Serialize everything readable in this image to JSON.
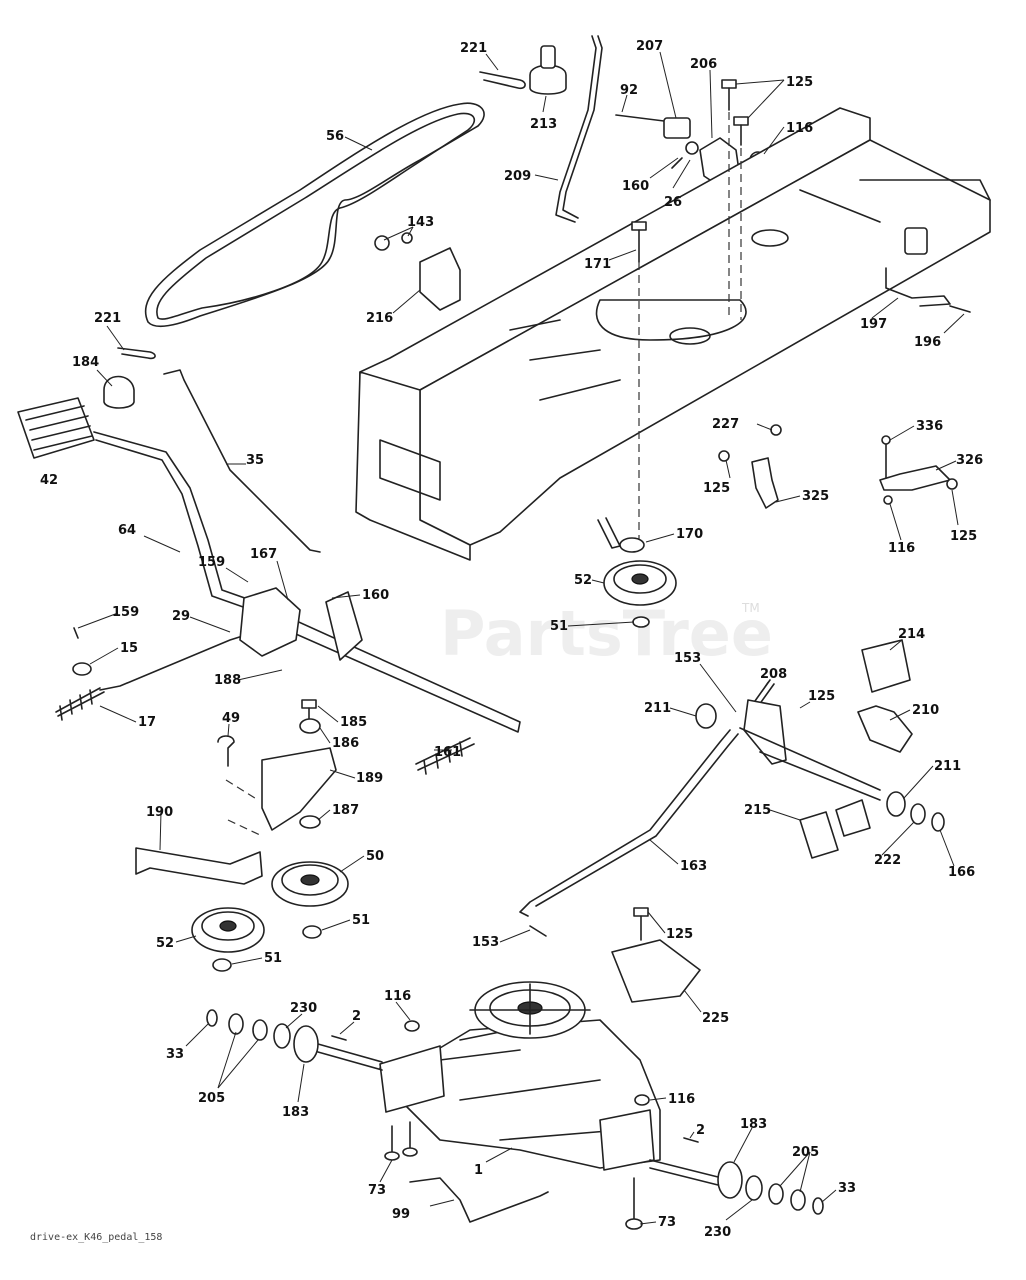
{
  "watermark": {
    "text": "PartsTree",
    "tm": "TM"
  },
  "footer": {
    "drawing_id": "drive-ex_K46_pedal_158"
  },
  "callouts": [
    {
      "id": "c221a",
      "label": "221"
    },
    {
      "id": "c213",
      "label": "213"
    },
    {
      "id": "c207",
      "label": "207"
    },
    {
      "id": "c206",
      "label": "206"
    },
    {
      "id": "c125a",
      "label": "125"
    },
    {
      "id": "c92",
      "label": "92"
    },
    {
      "id": "c116a",
      "label": "116"
    },
    {
      "id": "c56",
      "label": "56"
    },
    {
      "id": "c209",
      "label": "209"
    },
    {
      "id": "c160a",
      "label": "160"
    },
    {
      "id": "c26",
      "label": "26"
    },
    {
      "id": "c143",
      "label": "143"
    },
    {
      "id": "c171",
      "label": "171"
    },
    {
      "id": "c216",
      "label": "216"
    },
    {
      "id": "c197",
      "label": "197"
    },
    {
      "id": "c196",
      "label": "196"
    },
    {
      "id": "c221b",
      "label": "221"
    },
    {
      "id": "c184",
      "label": "184"
    },
    {
      "id": "c42",
      "label": "42"
    },
    {
      "id": "c35",
      "label": "35"
    },
    {
      "id": "c227",
      "label": "227"
    },
    {
      "id": "c336",
      "label": "336"
    },
    {
      "id": "c326",
      "label": "326"
    },
    {
      "id": "c125b",
      "label": "125"
    },
    {
      "id": "c325",
      "label": "325"
    },
    {
      "id": "c125c",
      "label": "125"
    },
    {
      "id": "c116b",
      "label": "116"
    },
    {
      "id": "c64",
      "label": "64"
    },
    {
      "id": "c167",
      "label": "167"
    },
    {
      "id": "c159a",
      "label": "159"
    },
    {
      "id": "c160b",
      "label": "160"
    },
    {
      "id": "c170",
      "label": "170"
    },
    {
      "id": "c52a",
      "label": "52"
    },
    {
      "id": "c159b",
      "label": "159"
    },
    {
      "id": "c29",
      "label": "29"
    },
    {
      "id": "c51a",
      "label": "51"
    },
    {
      "id": "c15",
      "label": "15"
    },
    {
      "id": "c214",
      "label": "214"
    },
    {
      "id": "c188",
      "label": "188"
    },
    {
      "id": "c153a",
      "label": "153"
    },
    {
      "id": "c208",
      "label": "208"
    },
    {
      "id": "c17",
      "label": "17"
    },
    {
      "id": "c125d",
      "label": "125"
    },
    {
      "id": "c211a",
      "label": "211"
    },
    {
      "id": "c210",
      "label": "210"
    },
    {
      "id": "c49",
      "label": "49"
    },
    {
      "id": "c185",
      "label": "185"
    },
    {
      "id": "c186",
      "label": "186"
    },
    {
      "id": "c161",
      "label": "161"
    },
    {
      "id": "c189",
      "label": "189"
    },
    {
      "id": "c211b",
      "label": "211"
    },
    {
      "id": "c187",
      "label": "187"
    },
    {
      "id": "c215",
      "label": "215"
    },
    {
      "id": "c190",
      "label": "190"
    },
    {
      "id": "c50",
      "label": "50"
    },
    {
      "id": "c222",
      "label": "222"
    },
    {
      "id": "c166",
      "label": "166"
    },
    {
      "id": "c163",
      "label": "163"
    },
    {
      "id": "c51b",
      "label": "51"
    },
    {
      "id": "c125e",
      "label": "125"
    },
    {
      "id": "c52b",
      "label": "52"
    },
    {
      "id": "c153b",
      "label": "153"
    },
    {
      "id": "c51c",
      "label": "51"
    },
    {
      "id": "c225",
      "label": "225"
    },
    {
      "id": "c116c",
      "label": "116"
    },
    {
      "id": "c230a",
      "label": "230"
    },
    {
      "id": "c2a",
      "label": "2"
    },
    {
      "id": "c33a",
      "label": "33"
    },
    {
      "id": "c205a",
      "label": "205"
    },
    {
      "id": "c183a",
      "label": "183"
    },
    {
      "id": "c116d",
      "label": "116"
    },
    {
      "id": "c2b",
      "label": "2"
    },
    {
      "id": "c183b",
      "label": "183"
    },
    {
      "id": "c205b",
      "label": "205"
    },
    {
      "id": "c1",
      "label": "1"
    },
    {
      "id": "c73a",
      "label": "73"
    },
    {
      "id": "c33b",
      "label": "33"
    },
    {
      "id": "c99",
      "label": "99"
    },
    {
      "id": "c73b",
      "label": "73"
    },
    {
      "id": "c230b",
      "label": "230"
    }
  ]
}
